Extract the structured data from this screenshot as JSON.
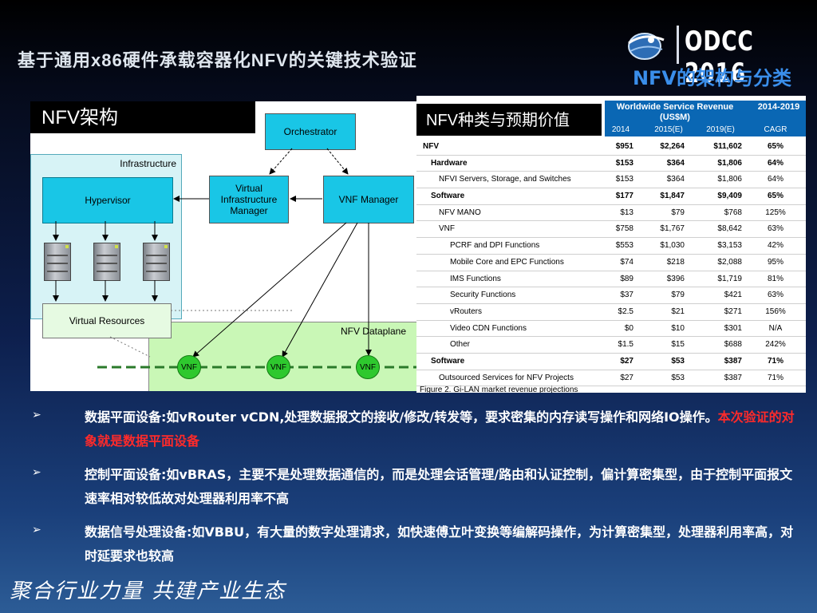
{
  "header": {
    "title": "基于通用x86硬件承载容器化NFV的关键技术验证",
    "logo_text": "ODCC 2016",
    "subtitle": "NFV的架构与分类"
  },
  "diagram": {
    "heading": "NFV架构",
    "orchestrator": "Orchestrator",
    "infrastructure": "Infrastructure",
    "hypervisor": "Hypervisor",
    "vim": "Virtual Infrastructure Manager",
    "vnf_manager": "VNF Manager",
    "virtual_resources": "Virtual Resources",
    "dataplane": "NFV Dataplane",
    "vnf_labels": [
      "VNF",
      "VNF",
      "VNF"
    ]
  },
  "table": {
    "heading": "NFV种类与预期价值",
    "header_title": "Worldwide Service Revenue (US$M)",
    "header_cagr": "2014-2019",
    "col_2014": "2014",
    "col_2015": "2015(E)",
    "col_2019": "2019(E)",
    "col_cagr": "CAGR",
    "rows": [
      {
        "label": "NFV",
        "level": 0,
        "v2014": "$951",
        "v2015": "$2,264",
        "v2019": "$11,602",
        "cagr": "65%"
      },
      {
        "label": "Hardware",
        "level": 1,
        "v2014": "$153",
        "v2015": "$364",
        "v2019": "$1,806",
        "cagr": "64%"
      },
      {
        "label": "NFVI Servers, Storage, and Switches",
        "level": 2,
        "v2014": "$153",
        "v2015": "$364",
        "v2019": "$1,806",
        "cagr": "64%"
      },
      {
        "label": "Software",
        "level": 1,
        "v2014": "$177",
        "v2015": "$1,847",
        "v2019": "$9,409",
        "cagr": "65%"
      },
      {
        "label": "NFV MANO",
        "level": 2,
        "v2014": "$13",
        "v2015": "$79",
        "v2019": "$768",
        "cagr": "125%"
      },
      {
        "label": "VNF",
        "level": 2,
        "v2014": "$758",
        "v2015": "$1,767",
        "v2019": "$8,642",
        "cagr": "63%"
      },
      {
        "label": "PCRF and DPI Functions",
        "level": 3,
        "v2014": "$553",
        "v2015": "$1,030",
        "v2019": "$3,153",
        "cagr": "42%"
      },
      {
        "label": "Mobile Core and EPC Functions",
        "level": 3,
        "v2014": "$74",
        "v2015": "$218",
        "v2019": "$2,088",
        "cagr": "95%"
      },
      {
        "label": "IMS Functions",
        "level": 3,
        "v2014": "$89",
        "v2015": "$396",
        "v2019": "$1,719",
        "cagr": "81%"
      },
      {
        "label": "Security Functions",
        "level": 3,
        "v2014": "$37",
        "v2015": "$79",
        "v2019": "$421",
        "cagr": "63%"
      },
      {
        "label": "vRouters",
        "level": 3,
        "v2014": "$2.5",
        "v2015": "$21",
        "v2019": "$271",
        "cagr": "156%"
      },
      {
        "label": "Video CDN Functions",
        "level": 3,
        "v2014": "$0",
        "v2015": "$10",
        "v2019": "$301",
        "cagr": "N/A"
      },
      {
        "label": "Other",
        "level": 3,
        "v2014": "$1.5",
        "v2015": "$15",
        "v2019": "$688",
        "cagr": "242%"
      },
      {
        "label": "Software",
        "level": 1,
        "v2014": "$27",
        "v2015": "$53",
        "v2019": "$387",
        "cagr": "71%"
      },
      {
        "label": "Outsourced Services for NFV Projects",
        "level": 2,
        "v2014": "$27",
        "v2015": "$53",
        "v2019": "$387",
        "cagr": "71%"
      }
    ],
    "caption": "Figure 2. Gi-LAN market revenue projections"
  },
  "bullets": [
    {
      "mark": "➢",
      "text": "数据平面设备:如vRouter vCDN,处理数据报文的接收/修改/转发等，要求密集的内存读写操作和网络IO操作。",
      "highlight": "本次验证的对象就是数据平面设备"
    },
    {
      "mark": "➢",
      "text": "控制平面设备:如vBRAS，主要不是处理数据通信的，而是处理会话管理/路由和认证控制，偏计算密集型，由于控制平面报文速率相对较低故对处理器利用率不高",
      "highlight": ""
    },
    {
      "mark": "➢",
      "text": "数据信号处理设备:如VBBU，有大量的数字处理请求，如快速傅立叶变换等编解码操作，为计算密集型，处理器利用率高，对时延要求也较高",
      "highlight": ""
    }
  ],
  "footer": {
    "slogan": "聚合行业力量  共建产业生态"
  }
}
